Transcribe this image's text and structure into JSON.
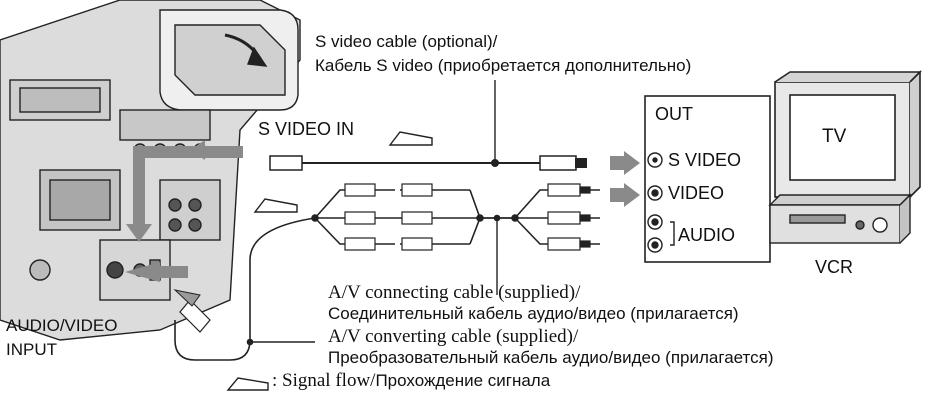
{
  "cable_s_video": {
    "line1": "S video cable (optional)/",
    "line2": "Кабель S video (приобретается дополнительно)"
  },
  "camcorder": {
    "s_video_in_label": "S VIDEO IN",
    "input_label_line1": "AUDIO/VIDEO",
    "input_label_line2": "INPUT"
  },
  "tv_panel": {
    "out_label": "OUT",
    "tv_label": "TV",
    "ports": [
      "S VIDEO",
      "VIDEO",
      "AUDIO"
    ],
    "vcr_label": "VCR"
  },
  "cable_av_connecting": {
    "line1": "A/V connecting cable (supplied)/",
    "line2": "Соединительный кабель аудио/видео (прилагается)"
  },
  "cable_av_converting": {
    "line1": "A/V converting cable (supplied)/",
    "line2": "Преобразовательный кабель аудио/видео (прилагается)"
  },
  "legend": {
    "text_en": ": Signal flow/",
    "text_ru": "Прохождение сигнала"
  }
}
